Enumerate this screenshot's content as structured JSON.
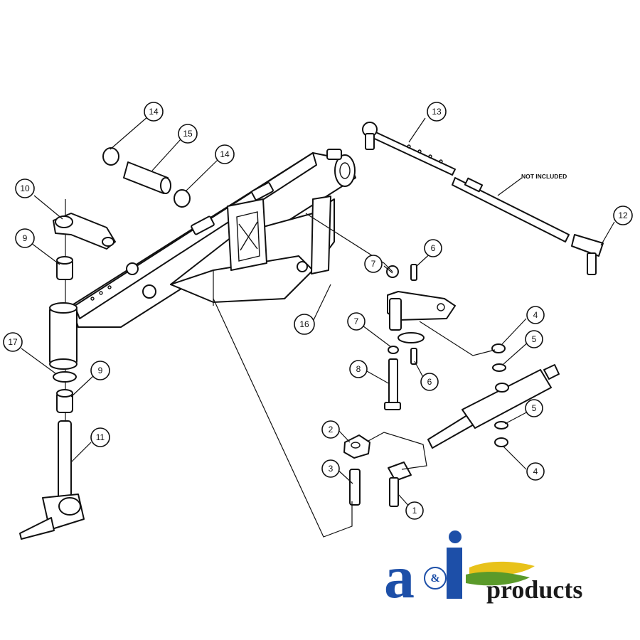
{
  "callouts": {
    "c1": "1",
    "c2": "2",
    "c3": "3",
    "c4a": "4",
    "c4b": "4",
    "c5a": "5",
    "c5b": "5",
    "c6a": "6",
    "c6b": "6",
    "c7a": "7",
    "c7b": "7",
    "c8": "8",
    "c9a": "9",
    "c9b": "9",
    "c10": "10",
    "c11": "11",
    "c12": "12",
    "c13": "13",
    "c14a": "14",
    "c14b": "14",
    "c15": "15",
    "c16": "16",
    "c17": "17"
  },
  "note_not_included": "NOT INCLUDED",
  "logo": {
    "brand_letters": "a&i",
    "brand_word": "products",
    "primary_color": "#1d4fa8",
    "accent_green": "#5a9a2a",
    "accent_yellow": "#e8c21a"
  }
}
